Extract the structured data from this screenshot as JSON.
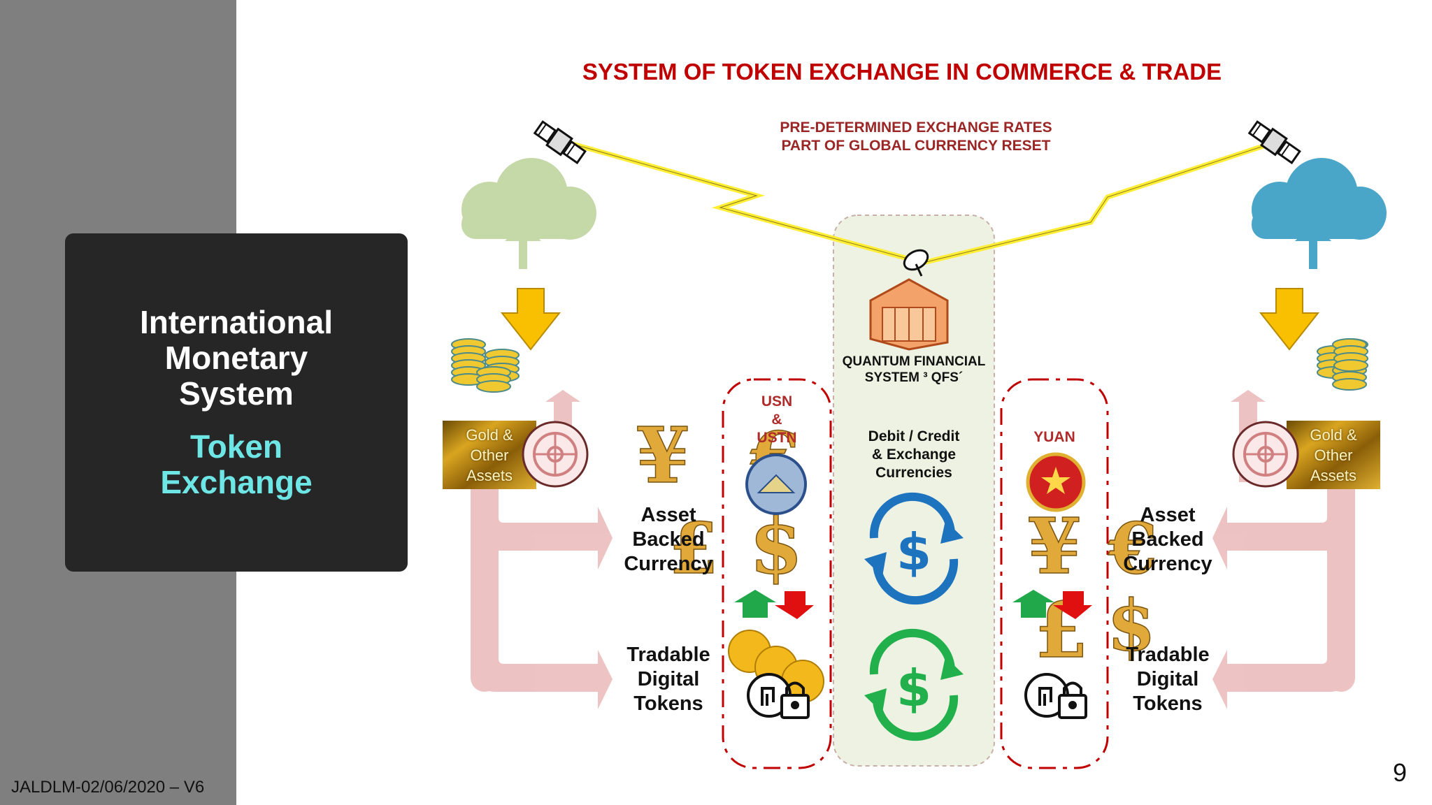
{
  "slide": {
    "title": "SYSTEM OF TOKEN EXCHANGE IN COMMERCE & TRADE",
    "subtitle_line1": "PRE-DETERMINED EXCHANGE RATES",
    "subtitle_line2": "PART OF GLOBAL CURRENCY RESET",
    "footer": "JALDLM-02/06/2020 – V6",
    "page_number": "9"
  },
  "sidebar_box": {
    "heading_line1": "International",
    "heading_line2": "Monetary",
    "heading_line3": "System",
    "sub_line1": "Token",
    "sub_line2": "Exchange"
  },
  "diagram": {
    "qfs_line1": "QUANTUM FINANCIAL",
    "qfs_line2": "SYSTEM ³ QFS´",
    "center_line1": "Debit / Credit",
    "center_line2": "& Exchange",
    "center_line3": "Currencies",
    "usn_line1": "USN",
    "usn_line2": "&",
    "usn_line3": "USTN",
    "yuan": "YUAN",
    "assets_line1": "Gold &",
    "assets_line2": "Other",
    "assets_line3": "Assets",
    "abc_line1": "Asset",
    "abc_line2": "Backed",
    "abc_line3": "Currency",
    "tdt_line1": "Tradable",
    "tdt_line2": "Digital",
    "tdt_line3": "Tokens"
  },
  "colors": {
    "title_red": "#c00000",
    "sidebar_gray": "#7f7f7f",
    "box_dark": "#262626",
    "accent_teal": "#6fe6e6",
    "qfs_panel": "#eef2e2",
    "cloud_left": "#c5d9a8",
    "cloud_right": "#4aa6c8",
    "arrow_pink": "#e7b9b9",
    "gold": "#f0c020",
    "exchange_blue": "#1e73be",
    "exchange_green": "#21b04b"
  },
  "icons": [
    "satellite-icon",
    "cloud-upload-icon",
    "gold-coins-icon",
    "down-arrow-icon",
    "vault-icon",
    "yen-icon",
    "euro-icon",
    "dollar-icon",
    "pound-icon",
    "treasury-seal-icon",
    "china-emblem-icon",
    "exchange-dollar-icon",
    "digital-token-lock-icon",
    "bank-building-icon",
    "satellite-dish-icon"
  ]
}
